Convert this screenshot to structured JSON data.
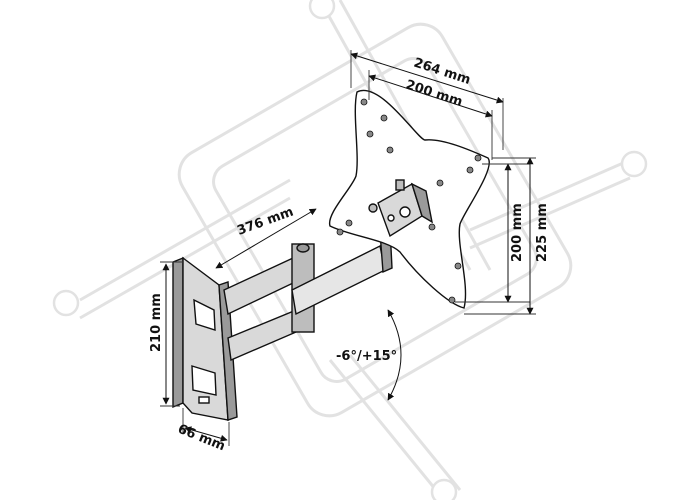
{
  "labels": {
    "vesa_outer_width": "264 mm",
    "vesa_inner_width": "200 mm",
    "vesa_inner_height": "200 mm",
    "vesa_outer_height": "225 mm",
    "arm_extension": "376 mm",
    "wall_plate_height": "210 mm",
    "wall_plate_depth": "66 mm",
    "tilt_range": "-6°/+15°"
  },
  "colors": {
    "metal_dark": "#9a9a9a",
    "metal_light": "#d9d9d9",
    "line": "#111111",
    "watermark": "#e2e2e2"
  }
}
